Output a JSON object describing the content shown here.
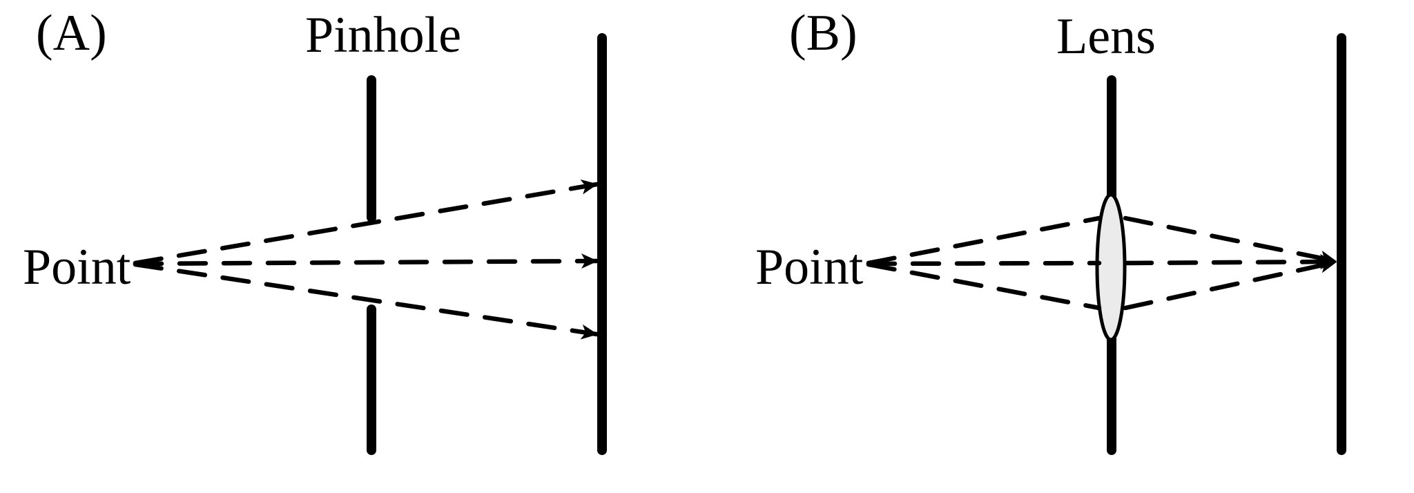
{
  "panel_a": {
    "tag": "(A)",
    "title": "Pinhole",
    "source_label": "Point"
  },
  "panel_b": {
    "tag": "(B)",
    "title": "Lens",
    "source_label": "Point"
  },
  "colors": {
    "ink": "#000000",
    "lens_fill": "#ebebeb"
  }
}
